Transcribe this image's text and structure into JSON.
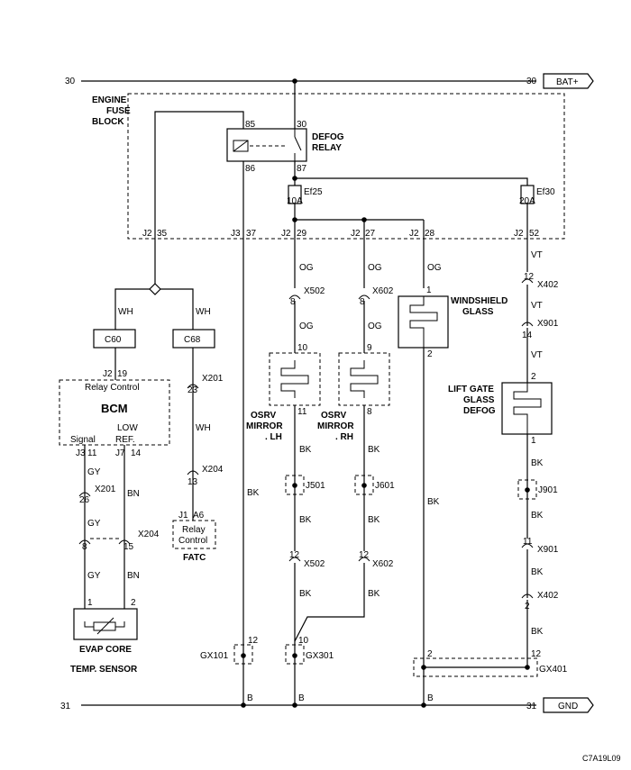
{
  "top_rail": {
    "left": "30",
    "right": "30",
    "tag": "BAT+"
  },
  "bottom_rail": {
    "left": "31",
    "right": "31",
    "tag": "GND"
  },
  "fuse_block": {
    "line1": "ENGINE",
    "line2": "FUSE",
    "line3": "BLOCK"
  },
  "relay": {
    "line1": "DEFOG",
    "line2": "RELAY",
    "pin_85": "85",
    "pin_86": "86",
    "pin_30": "30",
    "pin_87": "87"
  },
  "fuse_ef25": {
    "name": "Ef25",
    "rating": "10A"
  },
  "fuse_ef30": {
    "name": "Ef30",
    "rating": "20A"
  },
  "block_pins": {
    "j2a": "J2",
    "p35": "35",
    "j3": "J3",
    "p37": "37",
    "j2b": "J2",
    "p29": "29",
    "j2c": "J2",
    "p27": "27",
    "j2d": "J2",
    "p28": "28",
    "j2e": "J2",
    "p52": "52"
  },
  "wires": {
    "wh_left": "WH",
    "wh_right": "WH",
    "wh_fatc": "WH",
    "og_502a": "OG",
    "og_502b": "OG",
    "og_602a": "OG",
    "og_602b": "OG",
    "og_ws": "OG",
    "vt_1": "VT",
    "vt_2": "VT",
    "vt_3": "VT",
    "gy_1": "GY",
    "gy_2": "GY",
    "gy_3": "GY",
    "bn_1": "BN",
    "bn_2": "BN",
    "bk_relay": "BK",
    "bk_lh1": "BK",
    "bk_lh2": "BK",
    "bk_lh3": "BK",
    "bk_rh1": "BK",
    "bk_rh2": "BK",
    "bk_rh3": "BK",
    "bk_ws": "BK",
    "bk_lg1": "BK",
    "bk_lg2": "BK",
    "bk_lg3": "BK",
    "bk_lg4": "BK"
  },
  "connectors": {
    "c60": "C60",
    "c68": "C68",
    "x201a_pin": "23",
    "x201a": "X201",
    "x204a_pin": "13",
    "x204a": "X204",
    "x201b_pin": "26",
    "x201b": "X201",
    "x204b_pin1": "8",
    "x204b_pin2": "15",
    "x204b": "X204",
    "x502a_pin": "8",
    "x502a": "X502",
    "x602a_pin": "8",
    "x602a": "X602",
    "x402a_pin": "12",
    "x402a": "X402",
    "x901a_pin": "14",
    "x901a": "X901",
    "x502b_pin": "12",
    "x502b": "X502",
    "x602b_pin": "12",
    "x602b": "X602",
    "x901b_pin": "11",
    "x901b": "X901",
    "x402b_pin": "2",
    "x402b": "X402"
  },
  "bcm": {
    "title": "BCM",
    "top_pin_conn": "J2",
    "top_pin": "19",
    "relay_control": "Relay Control",
    "signal": "Signal",
    "low_ref_1": "LOW",
    "low_ref_2": "REF.",
    "j3": "J3",
    "p11": "11",
    "j7": "J7",
    "p14": "14"
  },
  "fatc": {
    "title": "FATC",
    "conn": "J1",
    "pin": "A6",
    "text1": "Relay",
    "text2": "Control"
  },
  "sensor": {
    "line1": "EVAP CORE",
    "line2": "TEMP. SENSOR",
    "pin1": "1",
    "pin2": "2"
  },
  "osrv_lh": {
    "line1": "OSRV",
    "line2": "MIRROR",
    "line3": ". LH",
    "pin_top": "10",
    "pin_bot": "11"
  },
  "osrv_rh": {
    "line1": "OSRV",
    "line2": "MIRROR",
    "line3": ". RH",
    "pin_top": "9",
    "pin_bot": "8"
  },
  "windshield": {
    "line1": "WINDSHIELD",
    "line2": "GLASS",
    "pin_top": "1",
    "pin_bot": "2"
  },
  "liftgate": {
    "line1": "LIFT GATE",
    "line2": "GLASS",
    "line3": "DEFOG",
    "pin_top": "2",
    "pin_bot": "1"
  },
  "splices": {
    "j501": "J501",
    "j601": "J601",
    "j901": "J901"
  },
  "grounds": {
    "gx101": "GX101",
    "gx101_pin": "12",
    "gx301": "GX301",
    "gx301_pin": "10",
    "gx401": "GX401",
    "gx401_pin1": "2",
    "gx401_pin2": "12",
    "b1": "B",
    "b2": "B",
    "b3": "B"
  },
  "doc_code": "C7A19L09"
}
